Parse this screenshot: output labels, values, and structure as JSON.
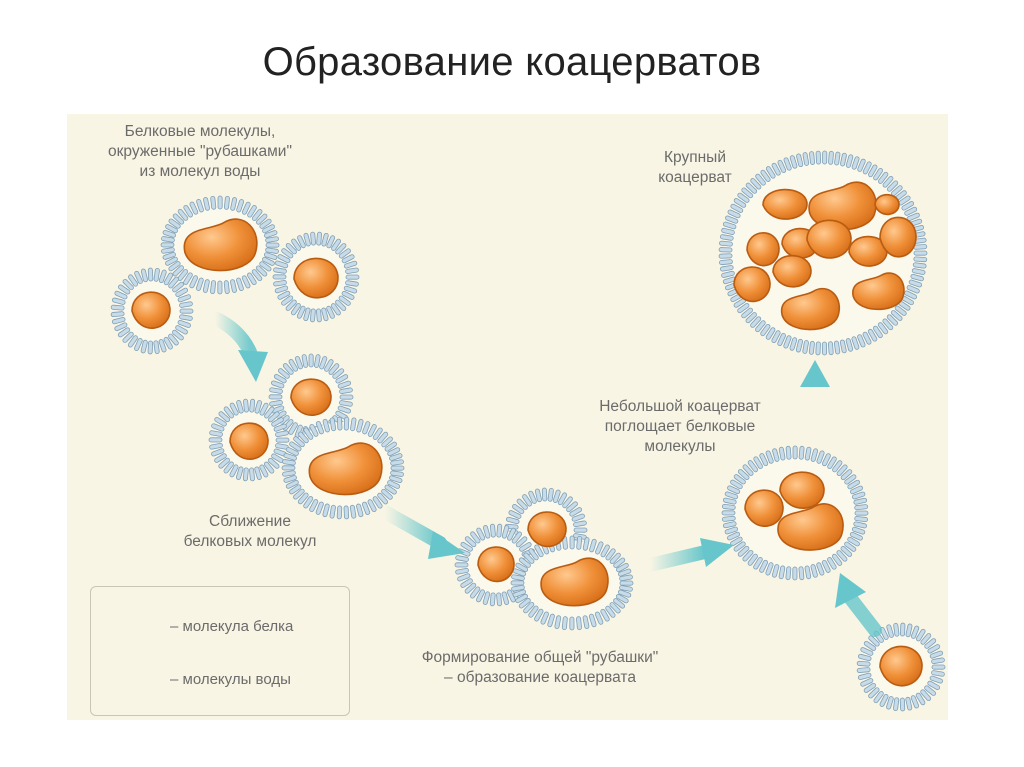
{
  "slide": {
    "title": "Образование коацерватов"
  },
  "diagram": {
    "labels": {
      "protein_molecules": "Белковые молекулы,\nокруженные \"рубашками\"\nиз молекул воды",
      "approach": "Сближение\nбелковых молекул",
      "shell_formation": "Формирование общей \"рубашки\"\n– образование коацервата",
      "small_absorbs": "Небольшой коацерват\nпоглощает белковые\nмолекулы",
      "large": "Крупный\nкоацерват"
    },
    "legend": {
      "protein": "– молекула белка",
      "water": "– молекулы воды"
    },
    "colors": {
      "background": "#f9f5e4",
      "protein_fill": "#eb8a2c",
      "protein_stroke": "#b85c12",
      "water": "#c7dbe8",
      "water_stroke": "#7f9fb5",
      "arrow": "#67c6cb",
      "label_text": "#6b6b6b"
    }
  }
}
